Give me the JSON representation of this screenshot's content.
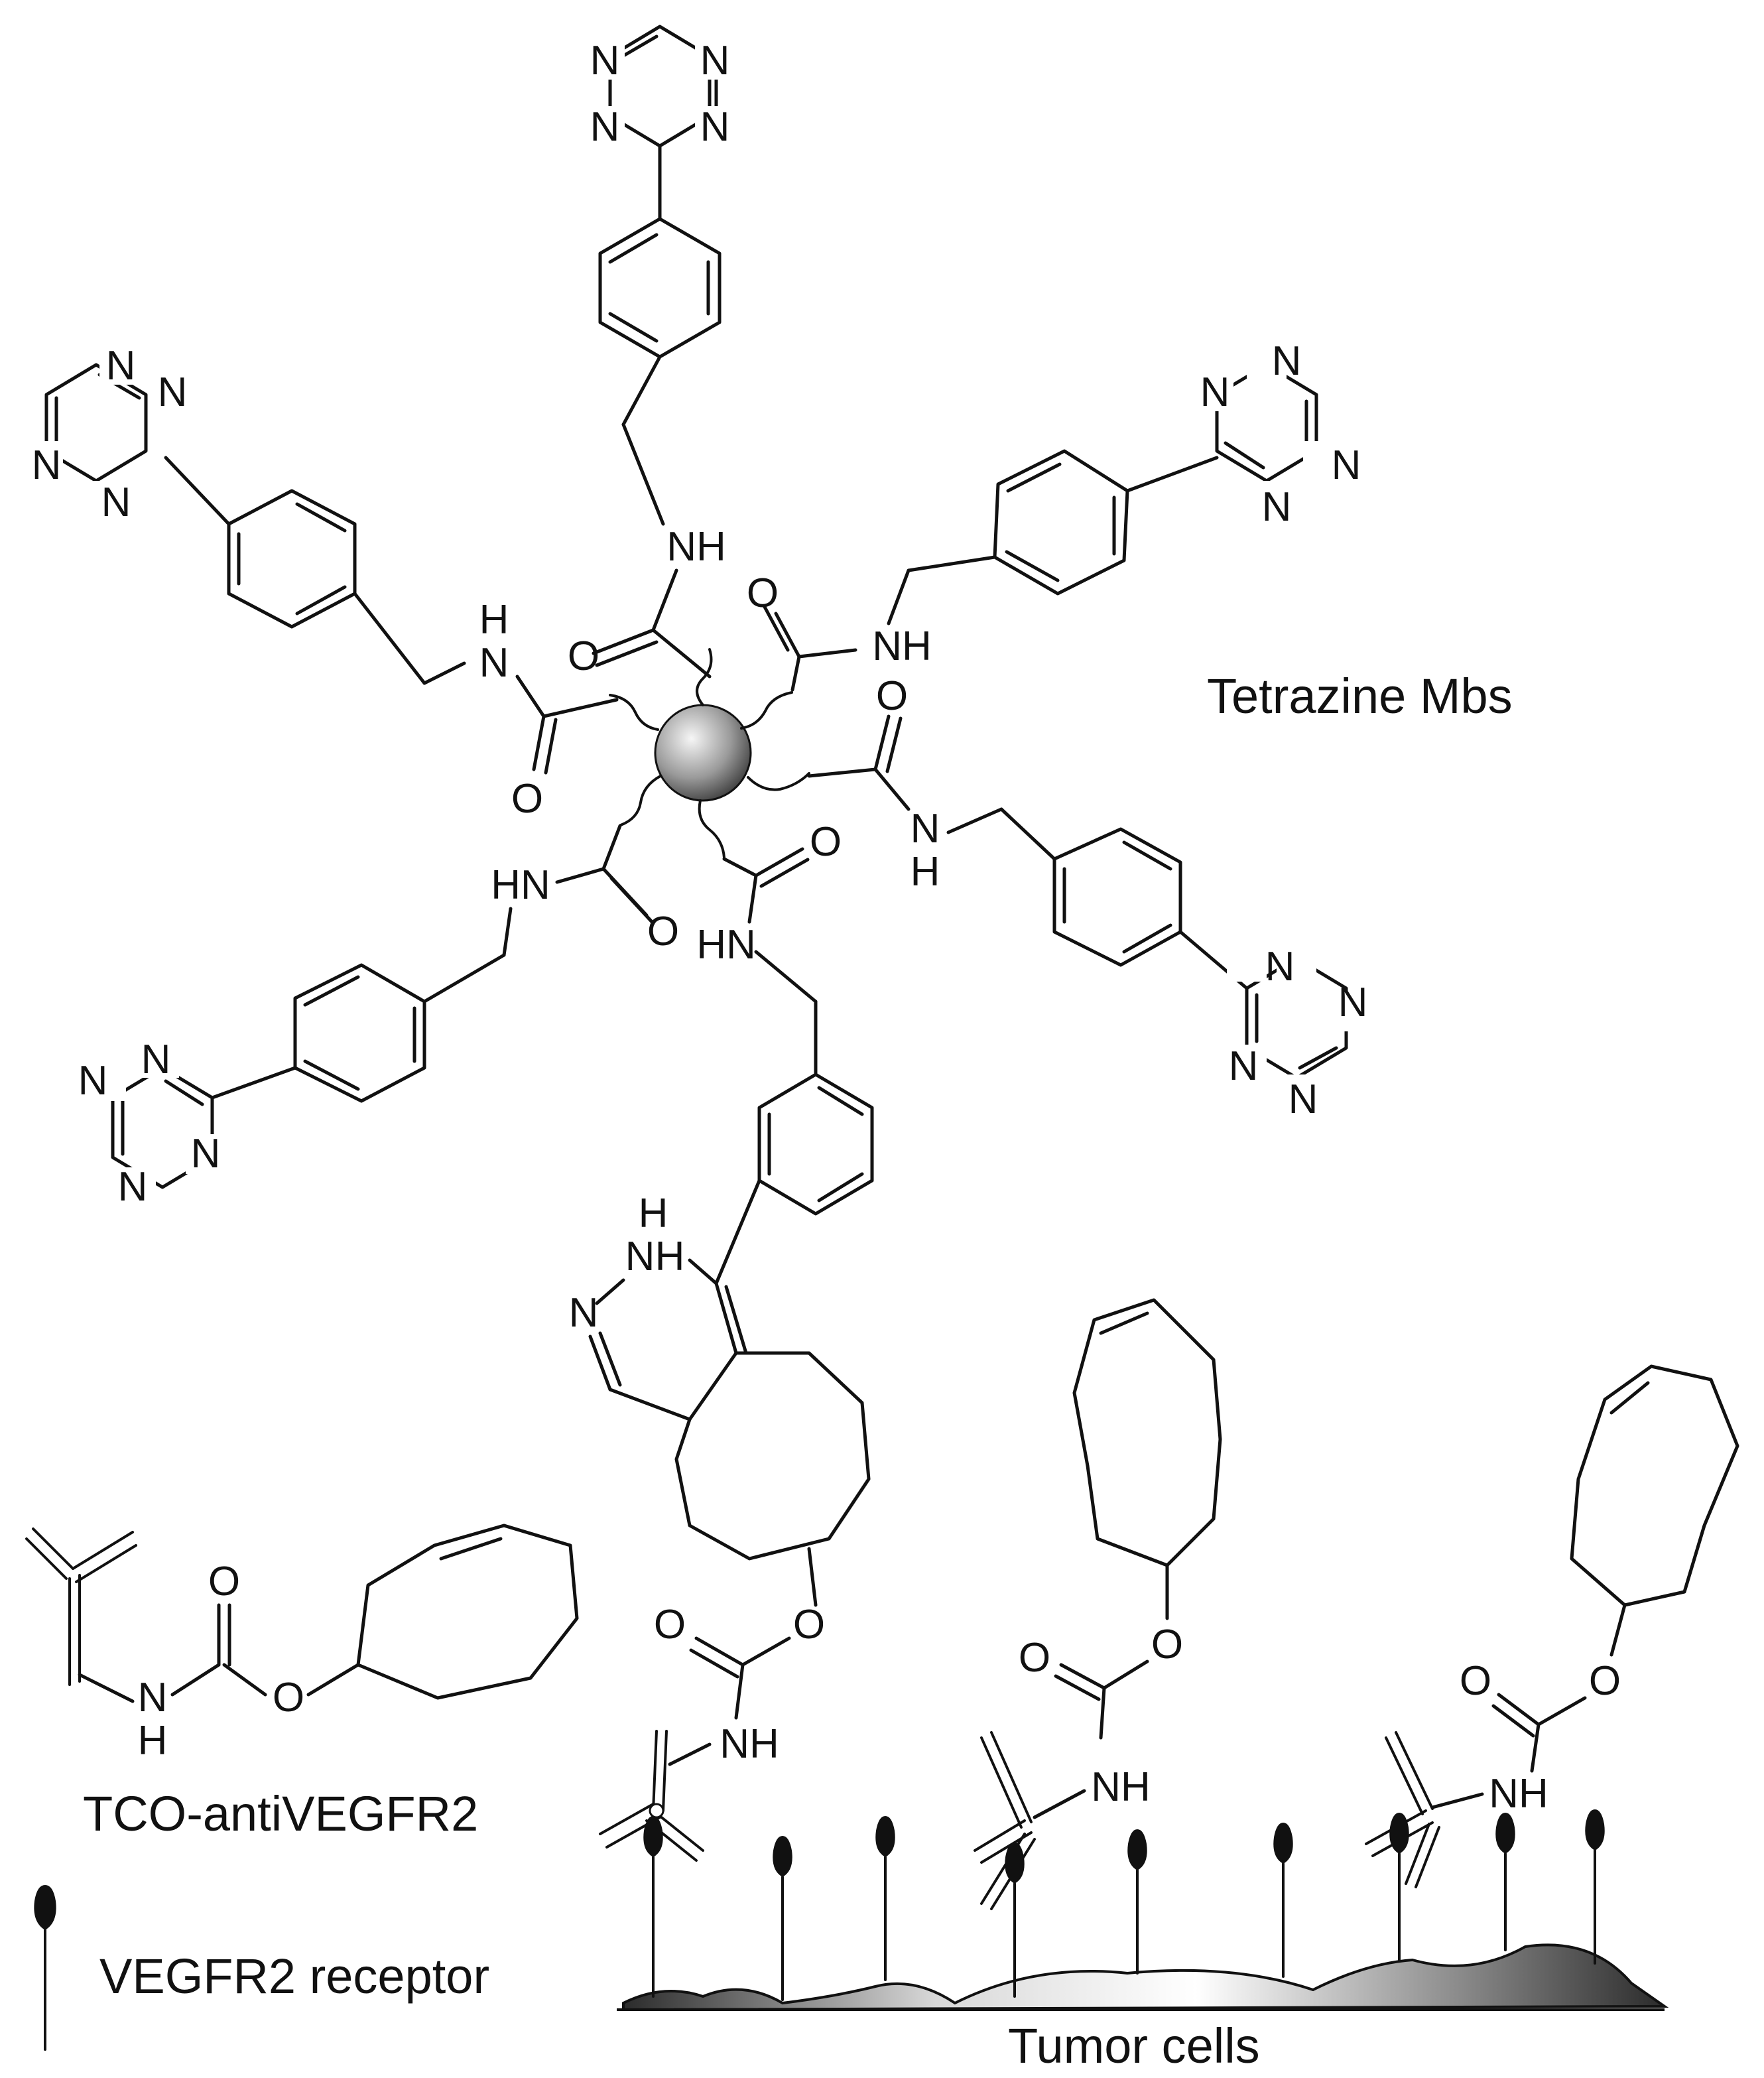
{
  "labels": {
    "tetrazine_mbs": "Tetrazine Mbs",
    "tco_antivegfr2": "TCO-antiVEGFR2",
    "vegfr2_receptor": "VEGFR2 receptor",
    "tumor_cells": "Tumor cells"
  },
  "atoms": {
    "n": "N",
    "o": "O",
    "h": "H",
    "nh": "NH",
    "hn": "HN"
  },
  "colors": {
    "ink": "#111111",
    "bead_light": "#f4f4f4",
    "bead_dark": "#3c3c3c",
    "cell_fill": "#9a9a9a"
  }
}
